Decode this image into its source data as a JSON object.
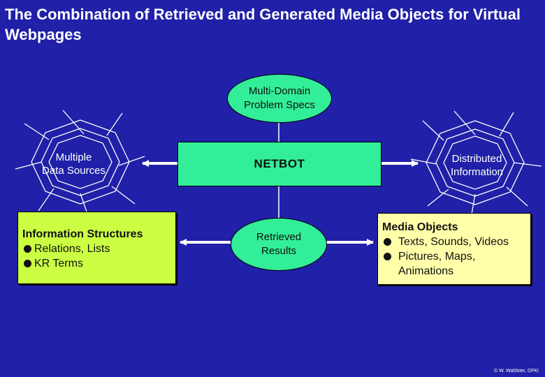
{
  "title": "The Combination of Retrieved and Generated Media Objects for Virtual Webpages",
  "nodes": {
    "problem_specs": [
      "Multi-Domain",
      "Problem Specs"
    ],
    "netbot": "NETBOT",
    "retrieved": [
      "Retrieved",
      "Results"
    ],
    "data_sources": [
      "Multiple",
      "Data Sources"
    ],
    "distributed": [
      "Distributed",
      "Information"
    ]
  },
  "info_structures": {
    "heading": "Information Structures",
    "items": [
      "Relations, Lists",
      "KR Terms"
    ]
  },
  "media_objects": {
    "heading": "Media Objects",
    "items": [
      "Texts, Sounds, Videos",
      "Pictures, Maps,",
      "Animations"
    ]
  },
  "copyright": "© W. Wahlster, DFKI",
  "colors": {
    "background": "#2020a8",
    "node_green": "#33ee99",
    "info_box": "#ccff44",
    "media_box": "#ffffaa"
  }
}
